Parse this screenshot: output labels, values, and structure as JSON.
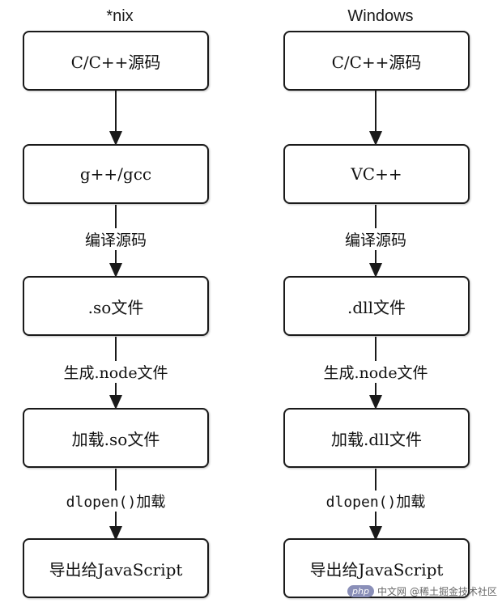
{
  "columns": [
    {
      "title": "*nix",
      "boxes": [
        "C/C++源码",
        "g++/gcc",
        ".so文件",
        "加载.so文件",
        "导出给JavaScript"
      ],
      "edge_labels": [
        "",
        "编译源码",
        "生成.node文件",
        "dlopen()加载"
      ]
    },
    {
      "title": "Windows",
      "boxes": [
        "C/C++源码",
        "VC++",
        ".dll文件",
        "加载.dll文件",
        "导出给JavaScript"
      ],
      "edge_labels": [
        "",
        "编译源码",
        "生成.node文件",
        "dlopen()加载"
      ]
    }
  ],
  "watermark": {
    "badge": "php",
    "text": "中文网",
    "subtext": "@稀土掘金技术社区"
  }
}
